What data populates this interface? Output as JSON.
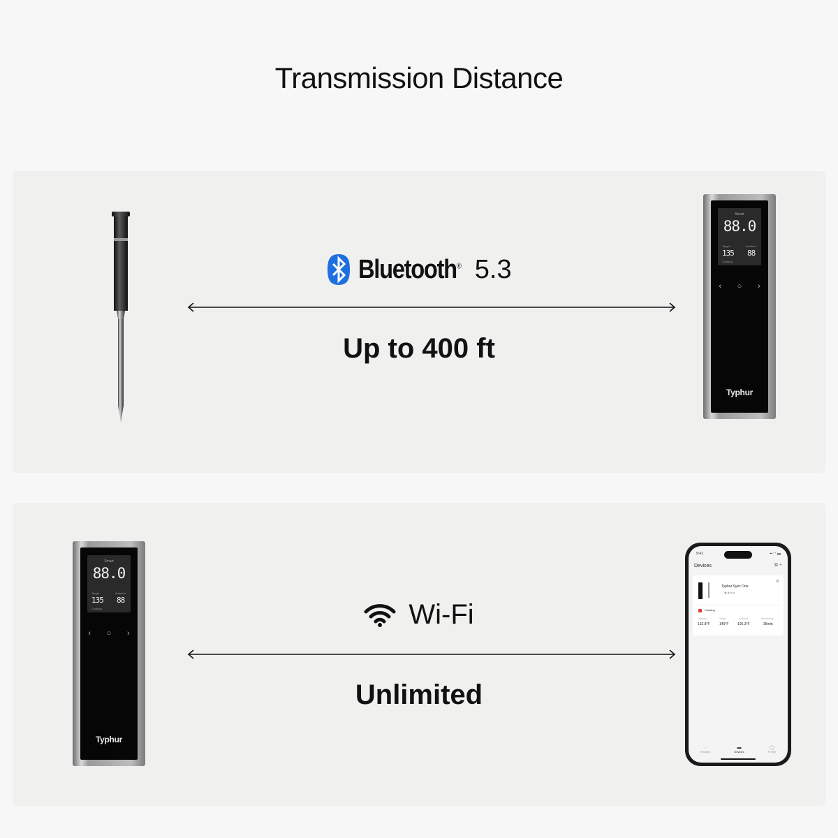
{
  "page_title": "Transmission Distance",
  "bluetooth_section": {
    "tech_name": "Bluetooth",
    "tech_mark": "®",
    "version": "5.3",
    "range_label": "Up to 400 ft",
    "icon": "bluetooth-icon",
    "left_device": "probe",
    "right_device": "hub"
  },
  "wifi_section": {
    "tech_name": "Wi-Fi",
    "range_label": "Unlimited",
    "icon": "wifi-icon",
    "left_device": "hub",
    "right_device": "phone"
  },
  "hub_display": {
    "mode": "Smart",
    "main_temp": "88.0",
    "unit": "°",
    "target_label": "Target",
    "target_value": "135",
    "ambient_label": "Ambient",
    "ambient_value": "88",
    "status": "Cooking",
    "nav_left": "‹",
    "nav_center": "○",
    "nav_right": "›",
    "brand": "Typhur"
  },
  "phone_app": {
    "time": "9:41",
    "status_icons": "▪▪ ◠ ▬",
    "title": "Devices",
    "actions": "⧉  +",
    "device_name": "Typhur Sync One",
    "device_icons": "◉ ▮ 88 ▸",
    "status": "Cooking",
    "metrics": [
      {
        "label": "Internal",
        "value": "132.8°F"
      },
      {
        "label": "Target",
        "value": "140°F"
      },
      {
        "label": "Ambient",
        "value": "105.3°F"
      },
      {
        "label": "Remaining",
        "value": "35min"
      }
    ],
    "tabs": [
      {
        "icon": "◌",
        "label": "Recipes"
      },
      {
        "icon": "▬",
        "label": "Devices"
      },
      {
        "icon": "◯",
        "label": "Profile"
      }
    ]
  },
  "colors": {
    "background": "#f7f7f7",
    "panel": "#f0f0ef",
    "bluetooth_blue": "#1e6fe0",
    "text": "#111111"
  }
}
